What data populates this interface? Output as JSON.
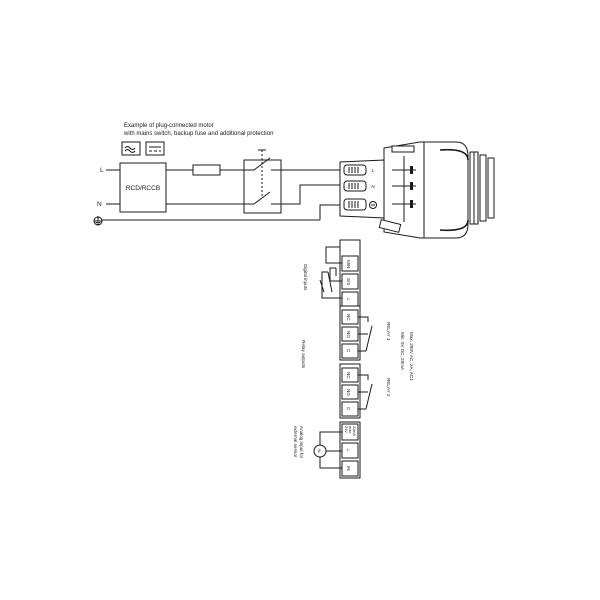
{
  "caption": {
    "line1": "Example of plug-connected motor",
    "line2": "with mains switch, backup fuse and additional protection"
  },
  "mains": {
    "phase_label": "L",
    "neutral_label": "N"
  },
  "protection": {
    "device_label": "RCD/RCCB"
  },
  "plug": {
    "pins": [
      "L",
      "N"
    ]
  },
  "digital_inputs": {
    "title": "Digital inputs",
    "terminals": [
      "MIN",
      "S/S",
      "⊥"
    ]
  },
  "relay_outputs": {
    "title": "Relay outputs",
    "relay1": {
      "name": "RELAY 1",
      "terminals": [
        "NC",
        "NO",
        "C"
      ]
    },
    "relay2": {
      "name": "RELAY 2",
      "terminals": [
        "NC",
        "NO",
        "C"
      ]
    },
    "rating_line1": "Max. 250V AC, 2A, AC1",
    "rating_line2": "Min. 5V DC, 20mA"
  },
  "analog_input": {
    "title_line1": "Analog input for",
    "title_line2": "external sensor",
    "terminals": [
      "24V",
      "⊥",
      "IN"
    ],
    "terminal_24v_lines": [
      "24V",
      "max.",
      "22mA"
    ],
    "sensor_label": "IN"
  }
}
